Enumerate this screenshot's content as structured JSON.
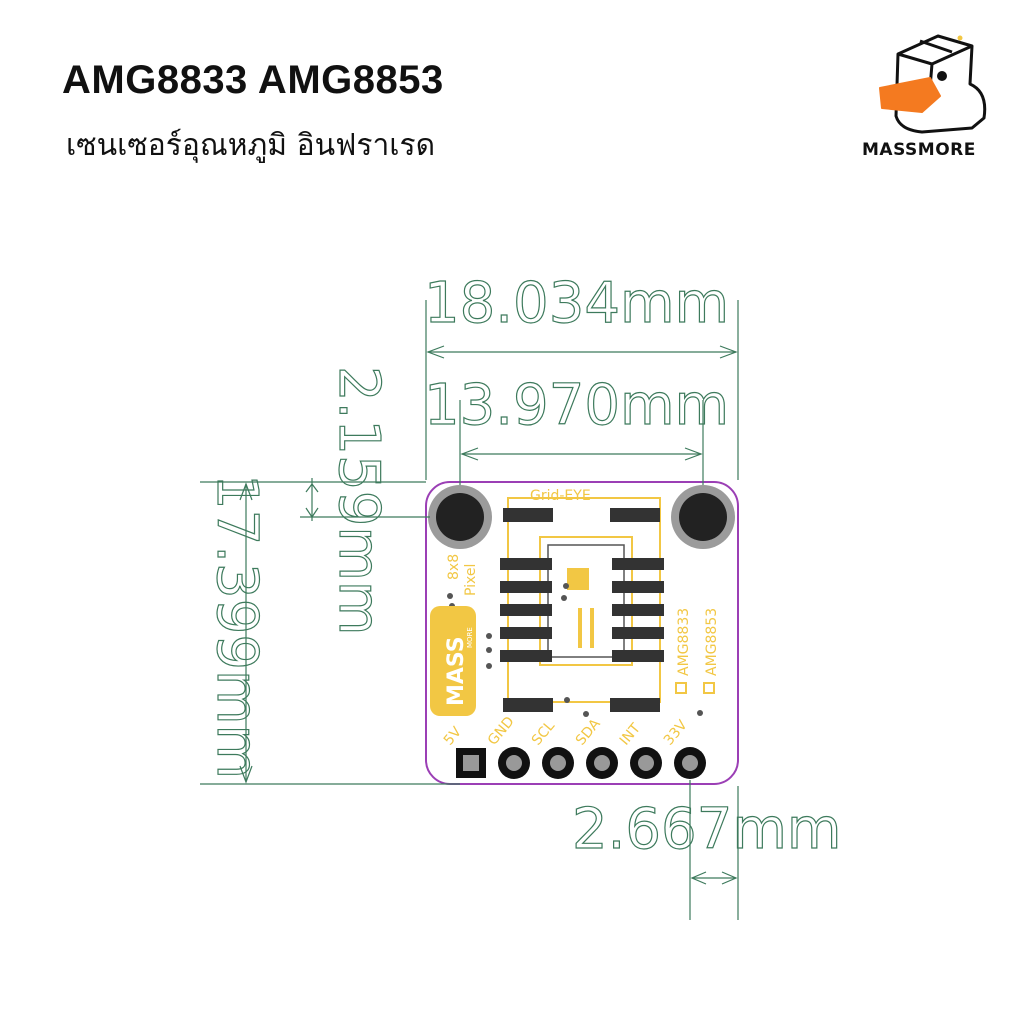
{
  "header": {
    "title": "AMG8833 AMG8853",
    "subtitle": "เซนเซอร์อุณหภูมิ อินฟราเรด"
  },
  "brand": {
    "name": "MASSMORE",
    "accent_color": "#f47a20"
  },
  "dimensions": {
    "width_total": "18.034mm",
    "hole_spacing": "13.970mm",
    "hole_offset": "2.159mm",
    "height_total": "17.399mm",
    "pin_pitch": "2.667mm"
  },
  "pcb": {
    "sensor_label": "Grid-EYE",
    "pixel_label_1": "8x8",
    "pixel_label_2": "Pixel",
    "logo_text": "MASS",
    "logo_sub": "MORE",
    "model_1": "AMG8833",
    "model_2": "AMG8853",
    "pins": [
      "5V",
      "GND",
      "SCL",
      "SDA",
      "INT",
      "33V"
    ],
    "board_color": "#ffffff",
    "outline_color": "#9b3fb5",
    "silk_color": "#f2c744",
    "dim_line_color": "#3d7a5c"
  }
}
